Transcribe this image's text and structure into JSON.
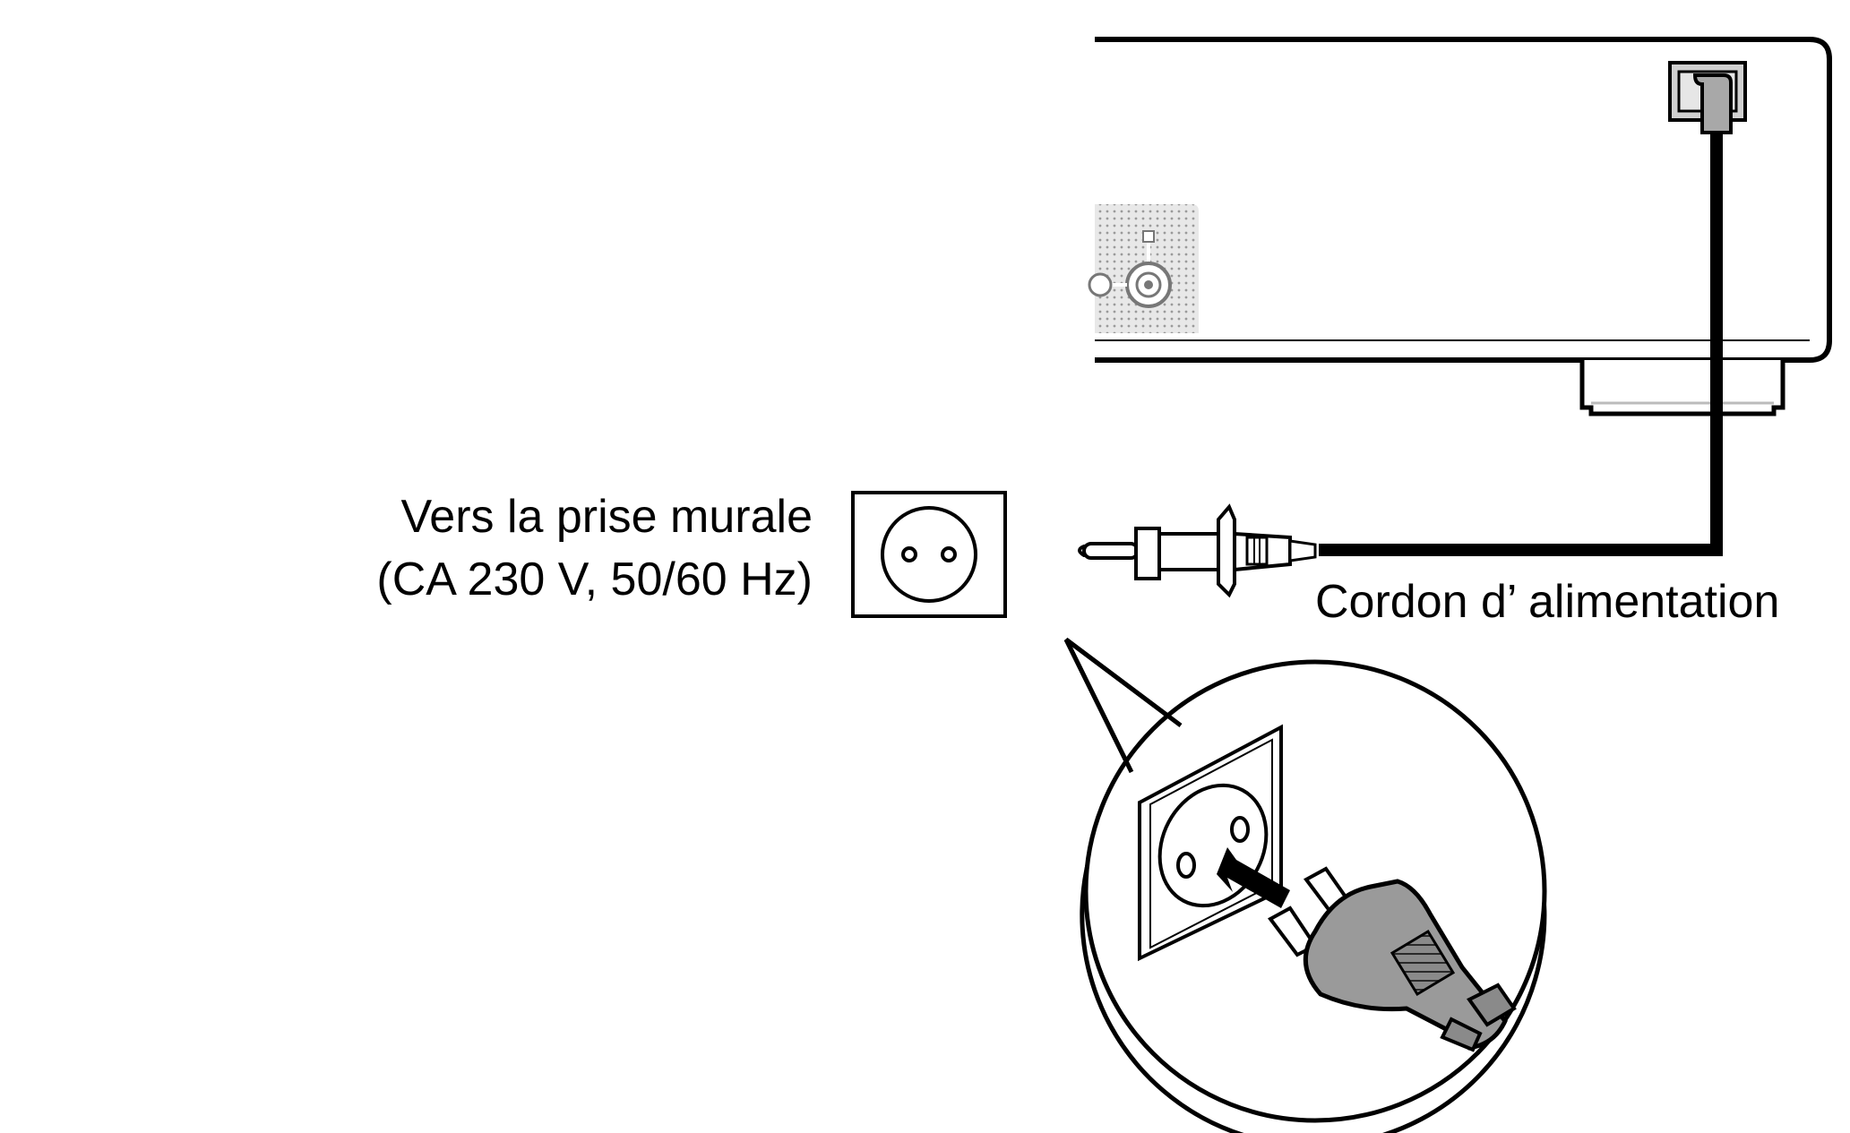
{
  "outlet_label": {
    "line1": "Vers la prise murale",
    "line2": "(CA 230 V, 50/60 Hz)"
  },
  "cord_label": "Cordon d’  alimentation",
  "colors": {
    "ink": "#000000",
    "device_gray": "#c8c8c8",
    "panel_gray": "#d9d9d9",
    "plug_gray": "#9a9a9a",
    "background": "#ffffff"
  }
}
